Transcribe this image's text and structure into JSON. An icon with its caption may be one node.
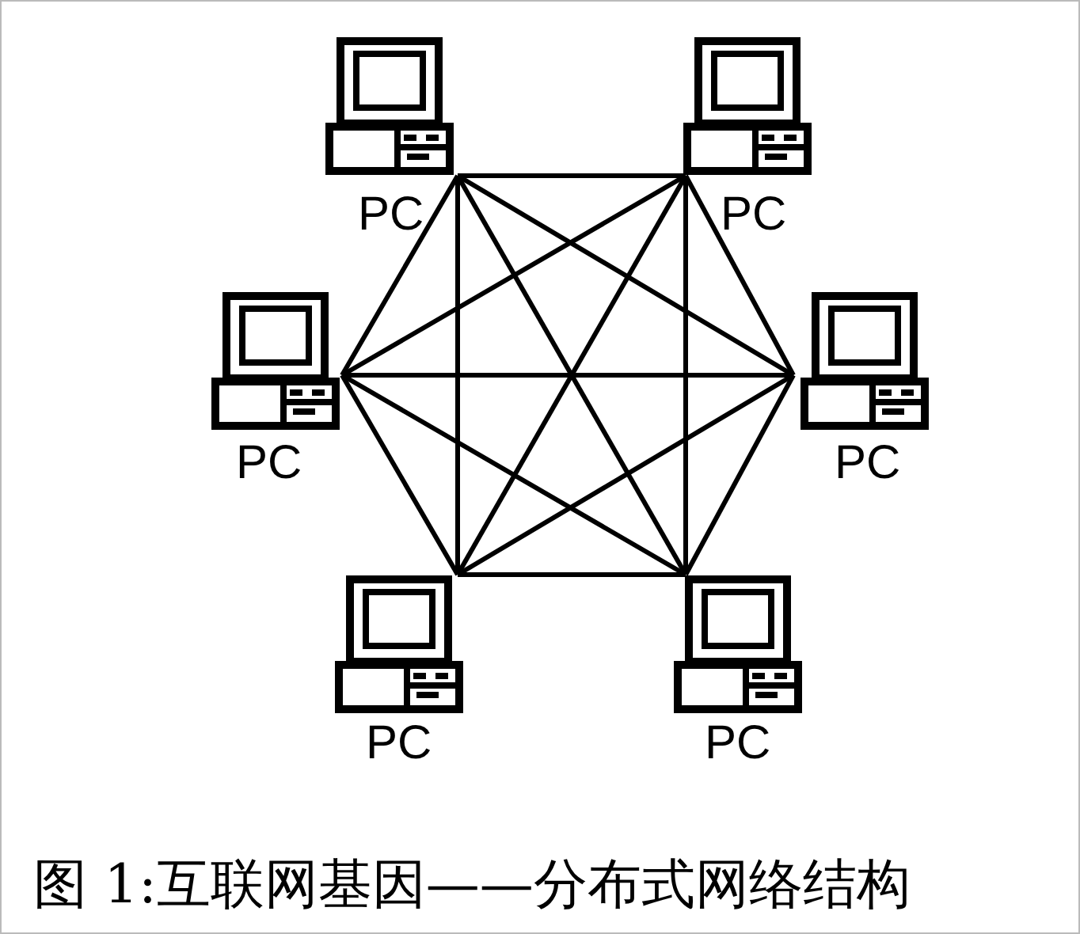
{
  "diagram": {
    "caption": "图 1:互联网基因——分布式网络结构",
    "nodes": [
      {
        "text": [
          "PC"
        ]
      },
      {
        "text": [
          "PC"
        ]
      },
      {
        "text": [
          "PC"
        ]
      },
      {
        "text": [
          "PC"
        ]
      },
      {
        "text": [
          "PC"
        ]
      },
      {
        "text": [
          "PC"
        ]
      }
    ],
    "edges": [
      {
        "from": 0,
        "to": 1,
        "arrow": "none"
      },
      {
        "from": 0,
        "to": 2,
        "arrow": "none"
      },
      {
        "from": 0,
        "to": 3,
        "arrow": "none"
      },
      {
        "from": 0,
        "to": 4,
        "arrow": "none"
      },
      {
        "from": 0,
        "to": 5,
        "arrow": "none"
      },
      {
        "from": 1,
        "to": 2,
        "arrow": "none"
      },
      {
        "from": 1,
        "to": 3,
        "arrow": "none"
      },
      {
        "from": 1,
        "to": 4,
        "arrow": "none"
      },
      {
        "from": 1,
        "to": 5,
        "arrow": "none"
      },
      {
        "from": 2,
        "to": 3,
        "arrow": "none"
      },
      {
        "from": 2,
        "to": 4,
        "arrow": "none"
      },
      {
        "from": 2,
        "to": 5,
        "arrow": "none"
      },
      {
        "from": 3,
        "to": 4,
        "arrow": "none"
      },
      {
        "from": 3,
        "to": 5,
        "arrow": "none"
      },
      {
        "from": 4,
        "to": 5,
        "arrow": "none"
      }
    ]
  }
}
